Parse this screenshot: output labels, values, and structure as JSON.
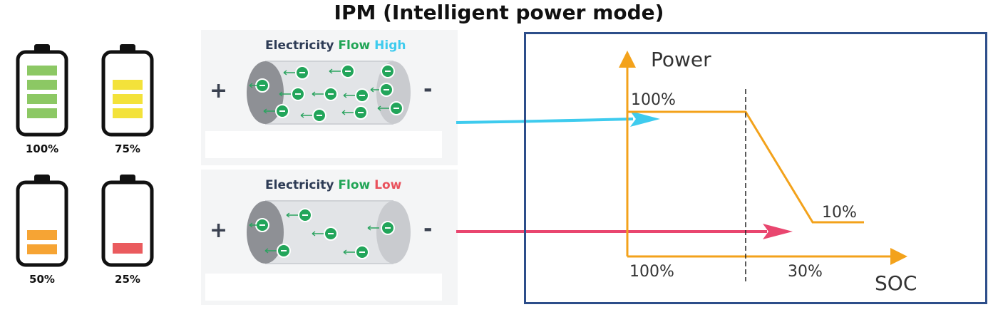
{
  "title": "IPM (Intelligent power mode)",
  "batteries": [
    {
      "label": "100%",
      "level": 1.0,
      "color": "#8cc864"
    },
    {
      "label": "75%",
      "level": 0.75,
      "color": "#f3e23a"
    },
    {
      "label": "50%",
      "level": 0.5,
      "color": "#f6a434"
    },
    {
      "label": "25%",
      "level": 0.25,
      "color": "#ea5b5e"
    }
  ],
  "flow_high": {
    "word1": "Electricity",
    "word2": "Flow",
    "word3": "High",
    "plus": "+",
    "minus": "-"
  },
  "flow_low": {
    "word1": "Electricity",
    "word2": "Flow",
    "word3": "Low",
    "plus": "+",
    "minus": "-"
  },
  "graph": {
    "y_label": "Power",
    "x_label": "SOC",
    "level_high": "100%",
    "level_low": "10%",
    "soc_start": "100%",
    "soc_threshold": "30%",
    "axis_color": "#f3a21b",
    "frame_color": "#2d4e8a",
    "high_arrow_color": "#3ecbee",
    "low_arrow_color": "#e9466f"
  }
}
